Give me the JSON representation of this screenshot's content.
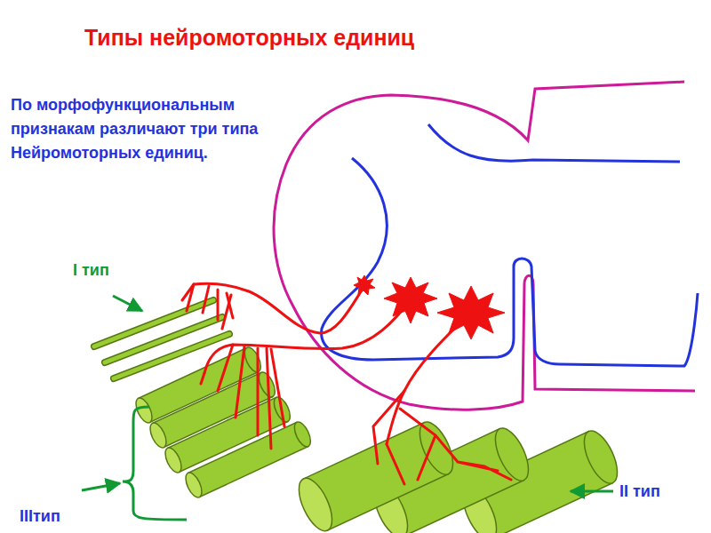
{
  "diagram": {
    "title": "Типы нейромоторных единиц",
    "labels": [
      "По морфофункциональным признакам различают три типа Нейромоторных единиц.",
      "I тип",
      "IIIтип",
      "II тип"
    ]
  }
}
